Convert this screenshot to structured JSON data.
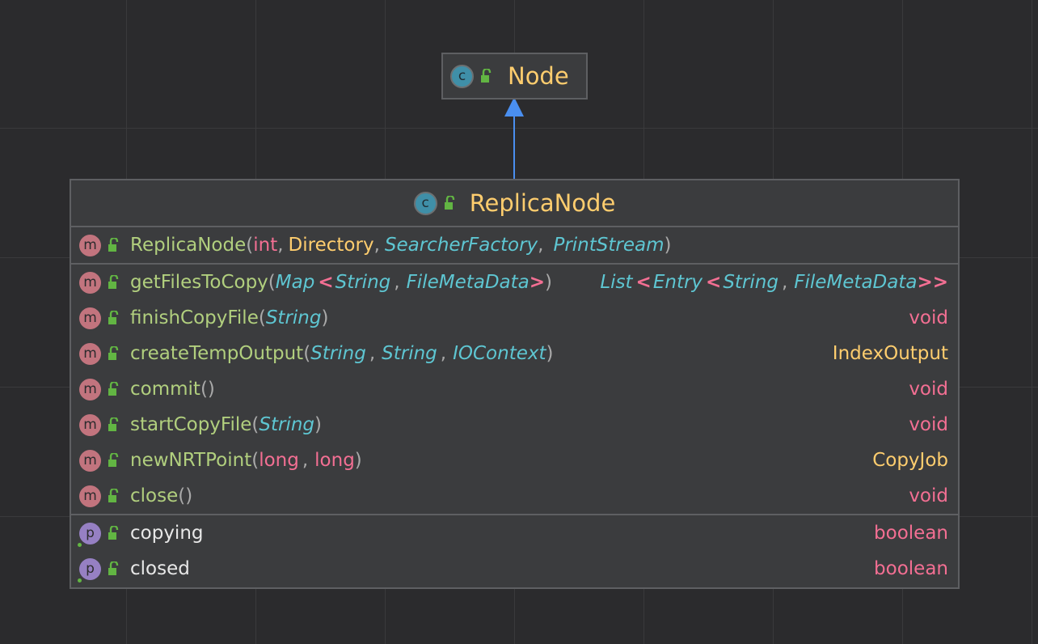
{
  "parent": {
    "name": "Node"
  },
  "class": {
    "name": "ReplicaNode",
    "constructor": {
      "name": "ReplicaNode",
      "params": [
        {
          "text": "int",
          "kind": "prim"
        },
        {
          "text": "Directory",
          "kind": "type"
        },
        {
          "text": "SearcherFactory",
          "kind": "it"
        },
        {
          "text": "PrintStream",
          "kind": "it"
        }
      ]
    },
    "methods": [
      {
        "name": "getFilesToCopy",
        "params": [
          "Map",
          "<",
          "String",
          ",",
          "FileMetaData",
          ">"
        ],
        "returns": [
          "List",
          "<",
          "Entry",
          "<",
          "String",
          ",",
          "FileMetaData",
          ">>"
        ]
      },
      {
        "name": "finishCopyFile",
        "params": [
          "String"
        ],
        "returns": "void"
      },
      {
        "name": "createTempOutput",
        "params": [
          "String",
          "String",
          "IOContext"
        ],
        "returns": "IndexOutput"
      },
      {
        "name": "commit",
        "params": [],
        "returns": "void"
      },
      {
        "name": "startCopyFile",
        "params": [
          "String"
        ],
        "returns": "void"
      },
      {
        "name": "newNRTPoint",
        "params": [
          "long",
          "long"
        ],
        "returns": "CopyJob"
      },
      {
        "name": "close",
        "params": [],
        "returns": "void"
      }
    ],
    "fields": [
      {
        "name": "copying",
        "type": "boolean"
      },
      {
        "name": "closed",
        "type": "boolean"
      }
    ]
  },
  "icons": {
    "class_badge": "c",
    "method_badge": "m",
    "property_badge": "p",
    "visibility_icon": "unlocked-public-icon"
  },
  "colors": {
    "class_name": "#fecd6e",
    "method_name": "#b1cf7e",
    "primitive": "#f36f93",
    "italic_type": "#5ec6d2",
    "arrow": "#4a8ff0"
  }
}
